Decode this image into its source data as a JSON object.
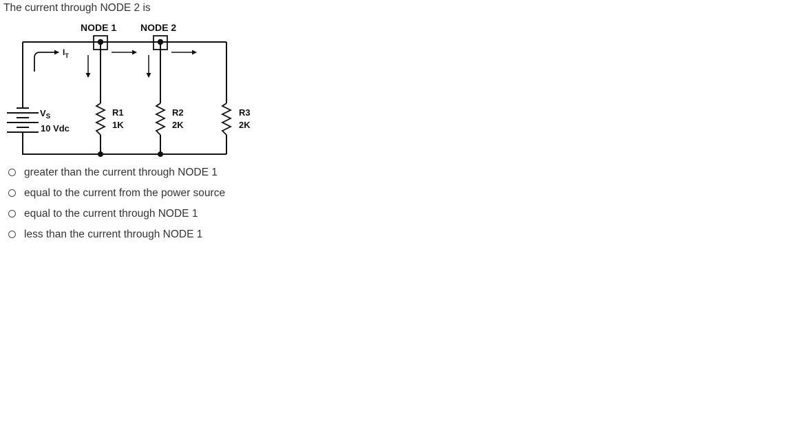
{
  "question": "The current through NODE 2 is",
  "circuit": {
    "node1_label": "NODE 1",
    "node2_label": "NODE 2",
    "source_symbol": "V",
    "source_subscript": "S",
    "source_value": "10 Vdc",
    "total_current_symbol": "I",
    "total_current_subscript": "T",
    "resistors": [
      {
        "name": "R1",
        "value": "1K"
      },
      {
        "name": "R2",
        "value": "2K"
      },
      {
        "name": "R3",
        "value": "2K"
      }
    ]
  },
  "options": [
    {
      "label": "greater than the current through NODE 1",
      "selected": false
    },
    {
      "label": "equal to the current from the power source",
      "selected": false
    },
    {
      "label": "equal to the current through NODE 1",
      "selected": false
    },
    {
      "label": "less than the current through NODE 1",
      "selected": false
    }
  ]
}
